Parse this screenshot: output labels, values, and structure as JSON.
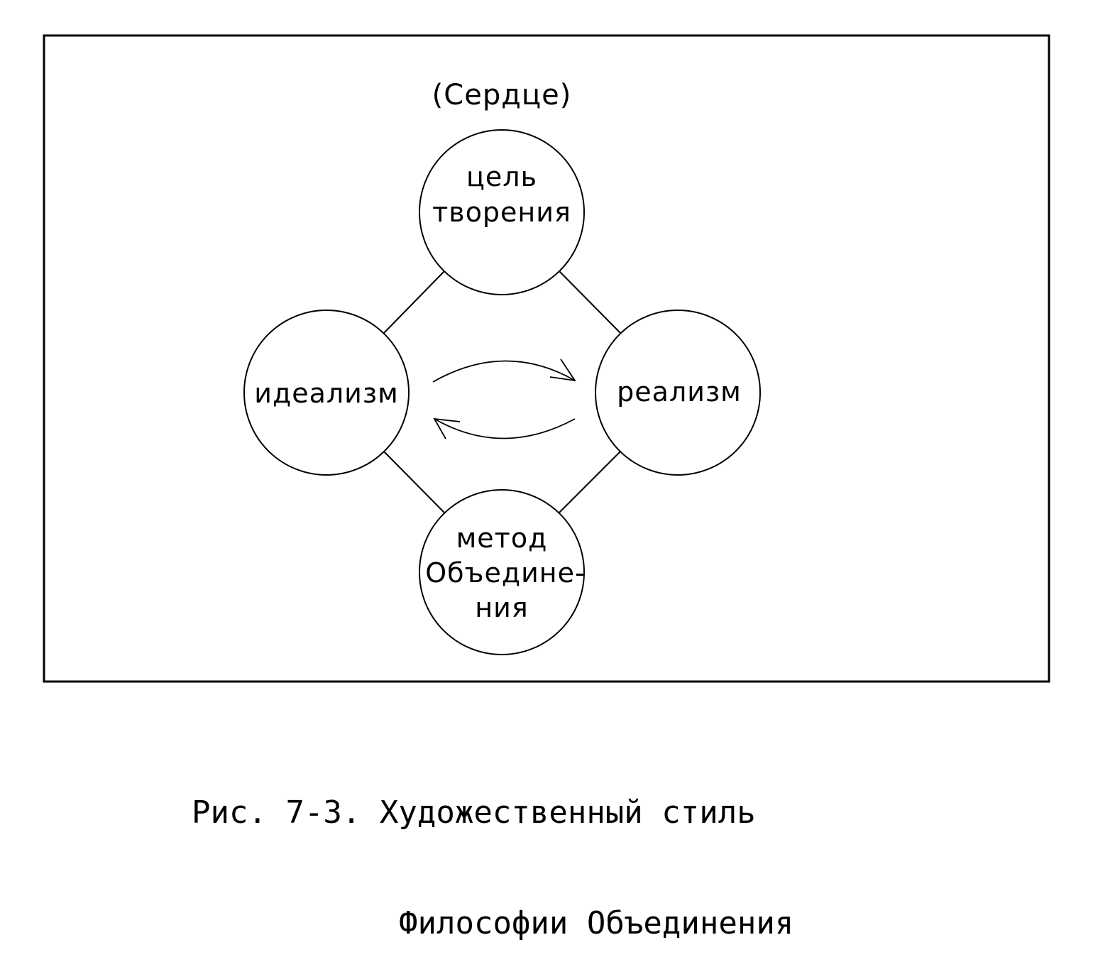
{
  "diagram": {
    "header": "(Сердце)",
    "nodes": {
      "top": {
        "lines": [
          "цель",
          "творения"
        ]
      },
      "left": {
        "lines": [
          "идеализм"
        ]
      },
      "right": {
        "lines": [
          "реализм"
        ]
      },
      "bottom": {
        "lines": [
          "метод",
          "Объедине-",
          "ния"
        ]
      }
    }
  },
  "caption": {
    "prefix": "Рис. 7-3.",
    "line1": "Художественный стиль",
    "line2": "Философии Объединения"
  }
}
